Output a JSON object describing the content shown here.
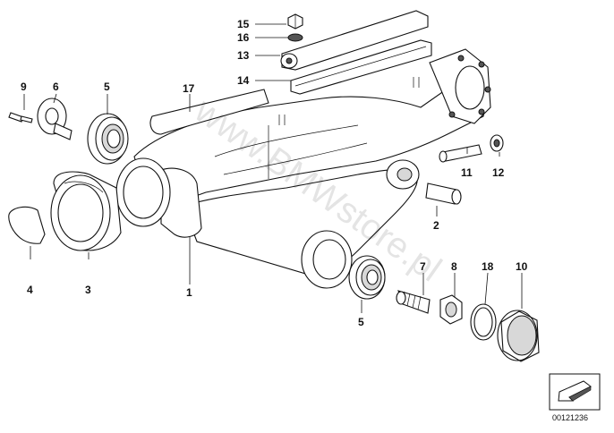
{
  "diagram": {
    "callouts": [
      {
        "id": "c15",
        "text": "15"
      },
      {
        "id": "c16",
        "text": "16"
      },
      {
        "id": "c13",
        "text": "13"
      },
      {
        "id": "c14",
        "text": "14"
      },
      {
        "id": "c17",
        "text": "17"
      },
      {
        "id": "c9",
        "text": "9"
      },
      {
        "id": "c6",
        "text": "6"
      },
      {
        "id": "c5a",
        "text": "5"
      },
      {
        "id": "c11",
        "text": "11"
      },
      {
        "id": "c12",
        "text": "12"
      },
      {
        "id": "c2",
        "text": "2"
      },
      {
        "id": "c4",
        "text": "4"
      },
      {
        "id": "c3",
        "text": "3"
      },
      {
        "id": "c1",
        "text": "1"
      },
      {
        "id": "c7",
        "text": "7"
      },
      {
        "id": "c8",
        "text": "8"
      },
      {
        "id": "c18",
        "text": "18"
      },
      {
        "id": "c10",
        "text": "10"
      },
      {
        "id": "c5b",
        "text": "5"
      }
    ],
    "watermark": "www.BMWstore.pl",
    "reference_number": "00121236",
    "colors": {
      "line": "#111111",
      "background": "#ffffff",
      "shade": "#d8d8d8"
    }
  }
}
